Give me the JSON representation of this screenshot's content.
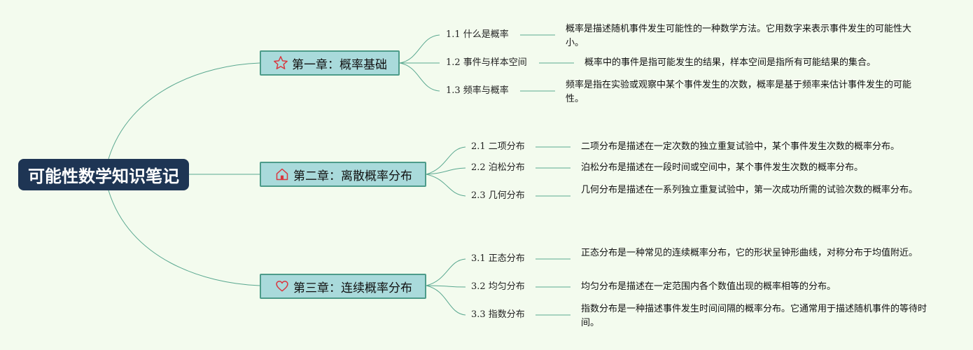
{
  "root": {
    "title": "可能性数学知识笔记"
  },
  "colors": {
    "background": "#f3fbee",
    "root_fill": "#1e3554",
    "chapter_fill": "#a9dadb",
    "chapter_border": "#4d9c8a",
    "connector": "#5aa890",
    "icon_red": "#d9363e"
  },
  "chapters": [
    {
      "title": "第一章：概率基础",
      "icon": "star-icon",
      "topics": [
        {
          "label": "1.1 什么是概率",
          "description": "概率是描述随机事件发生可能性的一种数学方法。它用数字来表示事件发生的可能性大小。"
        },
        {
          "label": "1.2 事件与样本空间",
          "description": "概率中的事件是指可能发生的结果，样本空间是指所有可能结果的集合。"
        },
        {
          "label": "1.3 频率与概率",
          "description": "频率是指在实验或观察中某个事件发生的次数，概率是基于频率来估计事件发生的可能性。"
        }
      ]
    },
    {
      "title": "第二章：离散概率分布",
      "icon": "home-icon",
      "topics": [
        {
          "label": "2.1 二项分布",
          "description": "二项分布是描述在一定次数的独立重复试验中，某个事件发生次数的概率分布。"
        },
        {
          "label": "2.2 泊松分布",
          "description": "泊松分布是描述在一段时间或空间中，某个事件发生次数的概率分布。"
        },
        {
          "label": "2.3 几何分布",
          "description": "几何分布是描述在一系列独立重复试验中，第一次成功所需的试验次数的概率分布。"
        }
      ]
    },
    {
      "title": "第三章：连续概率分布",
      "icon": "heart-icon",
      "topics": [
        {
          "label": "3.1 正态分布",
          "description": "正态分布是一种常见的连续概率分布，它的形状呈钟形曲线，对称分布于均值附近。"
        },
        {
          "label": "3.2 均匀分布",
          "description": "均匀分布是描述在一定范围内各个数值出现的概率相等的分布。"
        },
        {
          "label": "3.3 指数分布",
          "description": "指数分布是一种描述事件发生时间间隔的概率分布。它通常用于描述随机事件的等待时间。"
        }
      ]
    }
  ]
}
